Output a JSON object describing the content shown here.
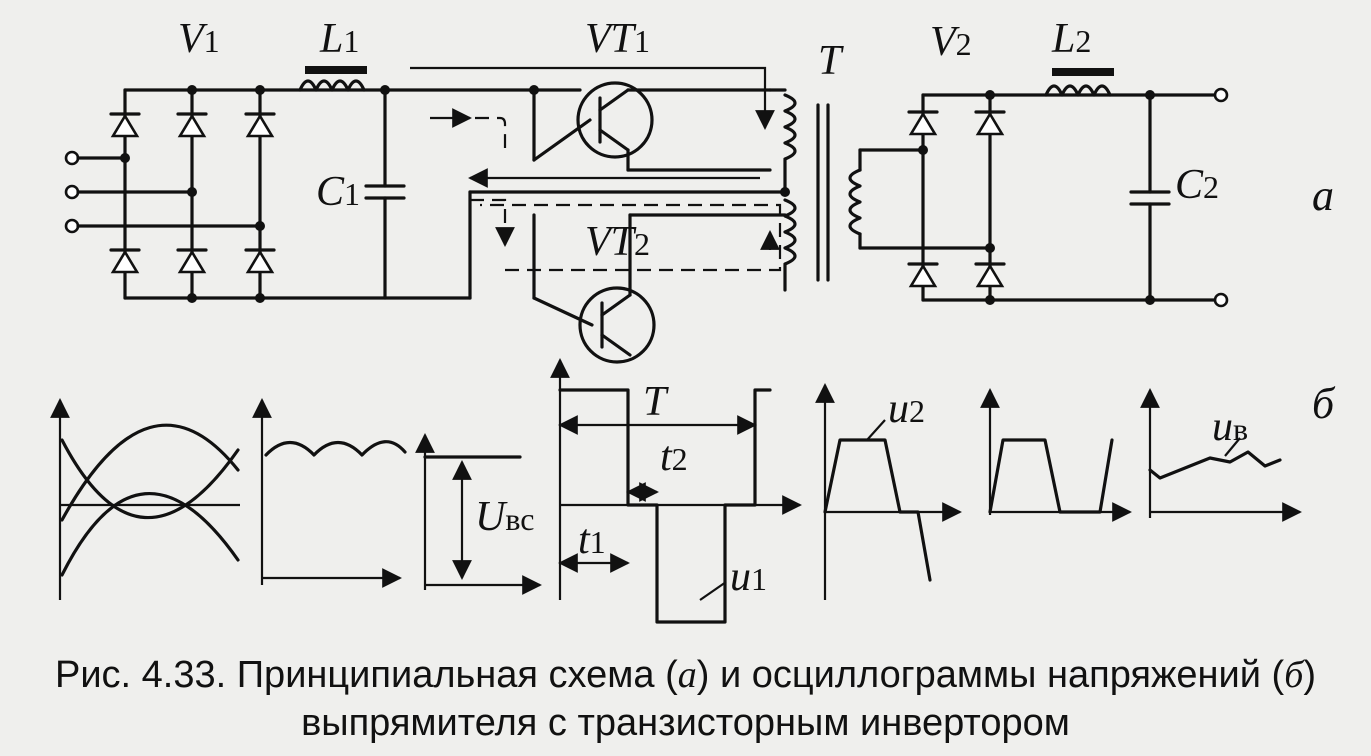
{
  "labels": {
    "v1": "V",
    "v1_n": "1",
    "l1": "L",
    "l1_n": "1",
    "vt1": "VT",
    "vt1_n": "1",
    "t": "T",
    "v2": "V",
    "v2_n": "2",
    "l2": "L",
    "l2_n": "2",
    "c1": "C",
    "c1_n": "1",
    "c2": "C",
    "c2_n": "2",
    "vt2": "VT",
    "vt2_n": "2",
    "part_a": "a",
    "part_b": "б"
  },
  "oscillograms": {
    "period": "T",
    "t1": "t",
    "t1_n": "1",
    "t2": "t",
    "t2_n": "2",
    "u1": "u",
    "u1_n": "1",
    "u2": "u",
    "u2_n": "2",
    "uv": "u",
    "uv_n": "в",
    "ubc": "U",
    "ubc_n": "вс"
  },
  "caption": {
    "line1_a": "Рис. 4.33. Принципиальная схема (",
    "line1_b": "а",
    "line1_c": ") и осциллограммы напряжений (",
    "line1_d": "б",
    "line1_e": ")",
    "line2": "выпрямителя с транзисторным инвертором"
  }
}
